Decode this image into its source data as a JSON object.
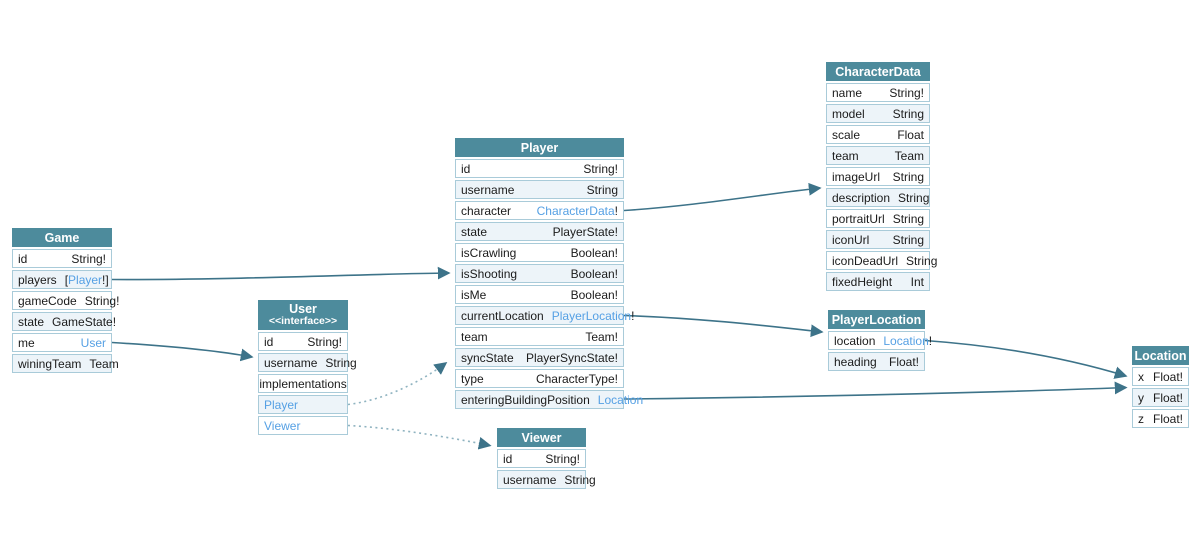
{
  "diagram": {
    "tables": [
      {
        "id": "game",
        "title": "Game",
        "fields": [
          {
            "name": "id",
            "type": [
              {
                "text": "String!",
                "link": false
              }
            ]
          },
          {
            "name": "players",
            "type": [
              {
                "text": "[",
                "link": false
              },
              {
                "text": "Player",
                "link": true
              },
              {
                "text": "!]",
                "link": false
              }
            ]
          },
          {
            "name": "gameCode",
            "type": [
              {
                "text": "String!",
                "link": false
              }
            ]
          },
          {
            "name": "state",
            "type": [
              {
                "text": "GameState!",
                "link": false
              }
            ]
          },
          {
            "name": "me",
            "type": [
              {
                "text": "User",
                "link": true
              }
            ]
          },
          {
            "name": "winingTeam",
            "type": [
              {
                "text": "Team",
                "link": false
              }
            ]
          }
        ]
      },
      {
        "id": "user",
        "title": "User",
        "subtitle": "<<interface>>",
        "fields": [
          {
            "name": "id",
            "type": [
              {
                "text": "String!",
                "link": false
              }
            ]
          },
          {
            "name": "username",
            "type": [
              {
                "text": "String",
                "link": false
              }
            ]
          },
          {
            "name": "implementations",
            "center": true,
            "type": []
          },
          {
            "name": "Player",
            "name_link": true,
            "type": []
          },
          {
            "name": "Viewer",
            "name_link": true,
            "type": []
          }
        ]
      },
      {
        "id": "player",
        "title": "Player",
        "fields": [
          {
            "name": "id",
            "type": [
              {
                "text": "String!",
                "link": false
              }
            ]
          },
          {
            "name": "username",
            "type": [
              {
                "text": "String",
                "link": false
              }
            ]
          },
          {
            "name": "character",
            "type": [
              {
                "text": "CharacterData",
                "link": true
              },
              {
                "text": "!",
                "link": false
              }
            ]
          },
          {
            "name": "state",
            "type": [
              {
                "text": "PlayerState!",
                "link": false
              }
            ]
          },
          {
            "name": "isCrawling",
            "type": [
              {
                "text": "Boolean!",
                "link": false
              }
            ]
          },
          {
            "name": "isShooting",
            "type": [
              {
                "text": "Boolean!",
                "link": false
              }
            ]
          },
          {
            "name": "isMe",
            "type": [
              {
                "text": "Boolean!",
                "link": false
              }
            ]
          },
          {
            "name": "currentLocation",
            "type": [
              {
                "text": "PlayerLocation",
                "link": true
              },
              {
                "text": "!",
                "link": false
              }
            ]
          },
          {
            "name": "team",
            "type": [
              {
                "text": "Team!",
                "link": false
              }
            ]
          },
          {
            "name": "syncState",
            "type": [
              {
                "text": "PlayerSyncState!",
                "link": false
              }
            ]
          },
          {
            "name": "type",
            "type": [
              {
                "text": "CharacterType!",
                "link": false
              }
            ]
          },
          {
            "name": "enteringBuildingPosition",
            "type": [
              {
                "text": "Location",
                "link": true
              }
            ]
          }
        ]
      },
      {
        "id": "viewer",
        "title": "Viewer",
        "fields": [
          {
            "name": "id",
            "type": [
              {
                "text": "String!",
                "link": false
              }
            ]
          },
          {
            "name": "username",
            "type": [
              {
                "text": "String",
                "link": false
              }
            ]
          }
        ]
      },
      {
        "id": "characterdata",
        "title": "CharacterData",
        "fields": [
          {
            "name": "name",
            "type": [
              {
                "text": "String!",
                "link": false
              }
            ]
          },
          {
            "name": "model",
            "type": [
              {
                "text": "String",
                "link": false
              }
            ]
          },
          {
            "name": "scale",
            "type": [
              {
                "text": "Float",
                "link": false
              }
            ]
          },
          {
            "name": "team",
            "type": [
              {
                "text": "Team",
                "link": false
              }
            ]
          },
          {
            "name": "imageUrl",
            "type": [
              {
                "text": "String",
                "link": false
              }
            ]
          },
          {
            "name": "description",
            "type": [
              {
                "text": "String",
                "link": false
              }
            ]
          },
          {
            "name": "portraitUrl",
            "type": [
              {
                "text": "String",
                "link": false
              }
            ]
          },
          {
            "name": "iconUrl",
            "type": [
              {
                "text": "String",
                "link": false
              }
            ]
          },
          {
            "name": "iconDeadUrl",
            "type": [
              {
                "text": "String",
                "link": false
              }
            ]
          },
          {
            "name": "fixedHeight",
            "type": [
              {
                "text": "Int",
                "link": false
              }
            ]
          }
        ]
      },
      {
        "id": "playerlocation",
        "title": "PlayerLocation",
        "fields": [
          {
            "name": "location",
            "type": [
              {
                "text": "Location",
                "link": true
              },
              {
                "text": "!",
                "link": false
              }
            ]
          },
          {
            "name": "heading",
            "type": [
              {
                "text": "Float!",
                "link": false
              }
            ]
          }
        ]
      },
      {
        "id": "location",
        "title": "Location",
        "fields": [
          {
            "name": "x",
            "type": [
              {
                "text": "Float!",
                "link": false
              }
            ]
          },
          {
            "name": "y",
            "type": [
              {
                "text": "Float!",
                "link": false
              }
            ]
          },
          {
            "name": "z",
            "type": [
              {
                "text": "Float!",
                "link": false
              }
            ]
          }
        ]
      }
    ],
    "edges": [
      {
        "id": "game-players-to-player",
        "from": "Game.players",
        "to": "Player",
        "style": "solid"
      },
      {
        "id": "game-me-to-user",
        "from": "Game.me",
        "to": "User",
        "style": "solid"
      },
      {
        "id": "player-character-to-characterdata",
        "from": "Player.character",
        "to": "CharacterData",
        "style": "solid"
      },
      {
        "id": "player-currentlocation-to-playerlocation",
        "from": "Player.currentLocation",
        "to": "PlayerLocation",
        "style": "solid"
      },
      {
        "id": "player-enteringbuildingposition-to-location",
        "from": "Player.enteringBuildingPosition",
        "to": "Location",
        "style": "solid"
      },
      {
        "id": "playerlocation-location-to-location",
        "from": "PlayerLocation.location",
        "to": "Location",
        "style": "solid"
      },
      {
        "id": "user-implementation-player",
        "from": "User.Player",
        "to": "Player",
        "style": "dotted"
      },
      {
        "id": "user-implementation-viewer",
        "from": "User.Viewer",
        "to": "Viewer",
        "style": "dotted"
      }
    ],
    "colors": {
      "header_bg": "#4d8b9c",
      "header_text": "#ffffff",
      "link": "#55a0e4",
      "row_bg": "#ffffff",
      "row_alt_bg": "#edf4f9",
      "border": "#a9cbd9",
      "arrow": "#3d7389",
      "arrow_dotted": "#8fb3c0"
    }
  }
}
